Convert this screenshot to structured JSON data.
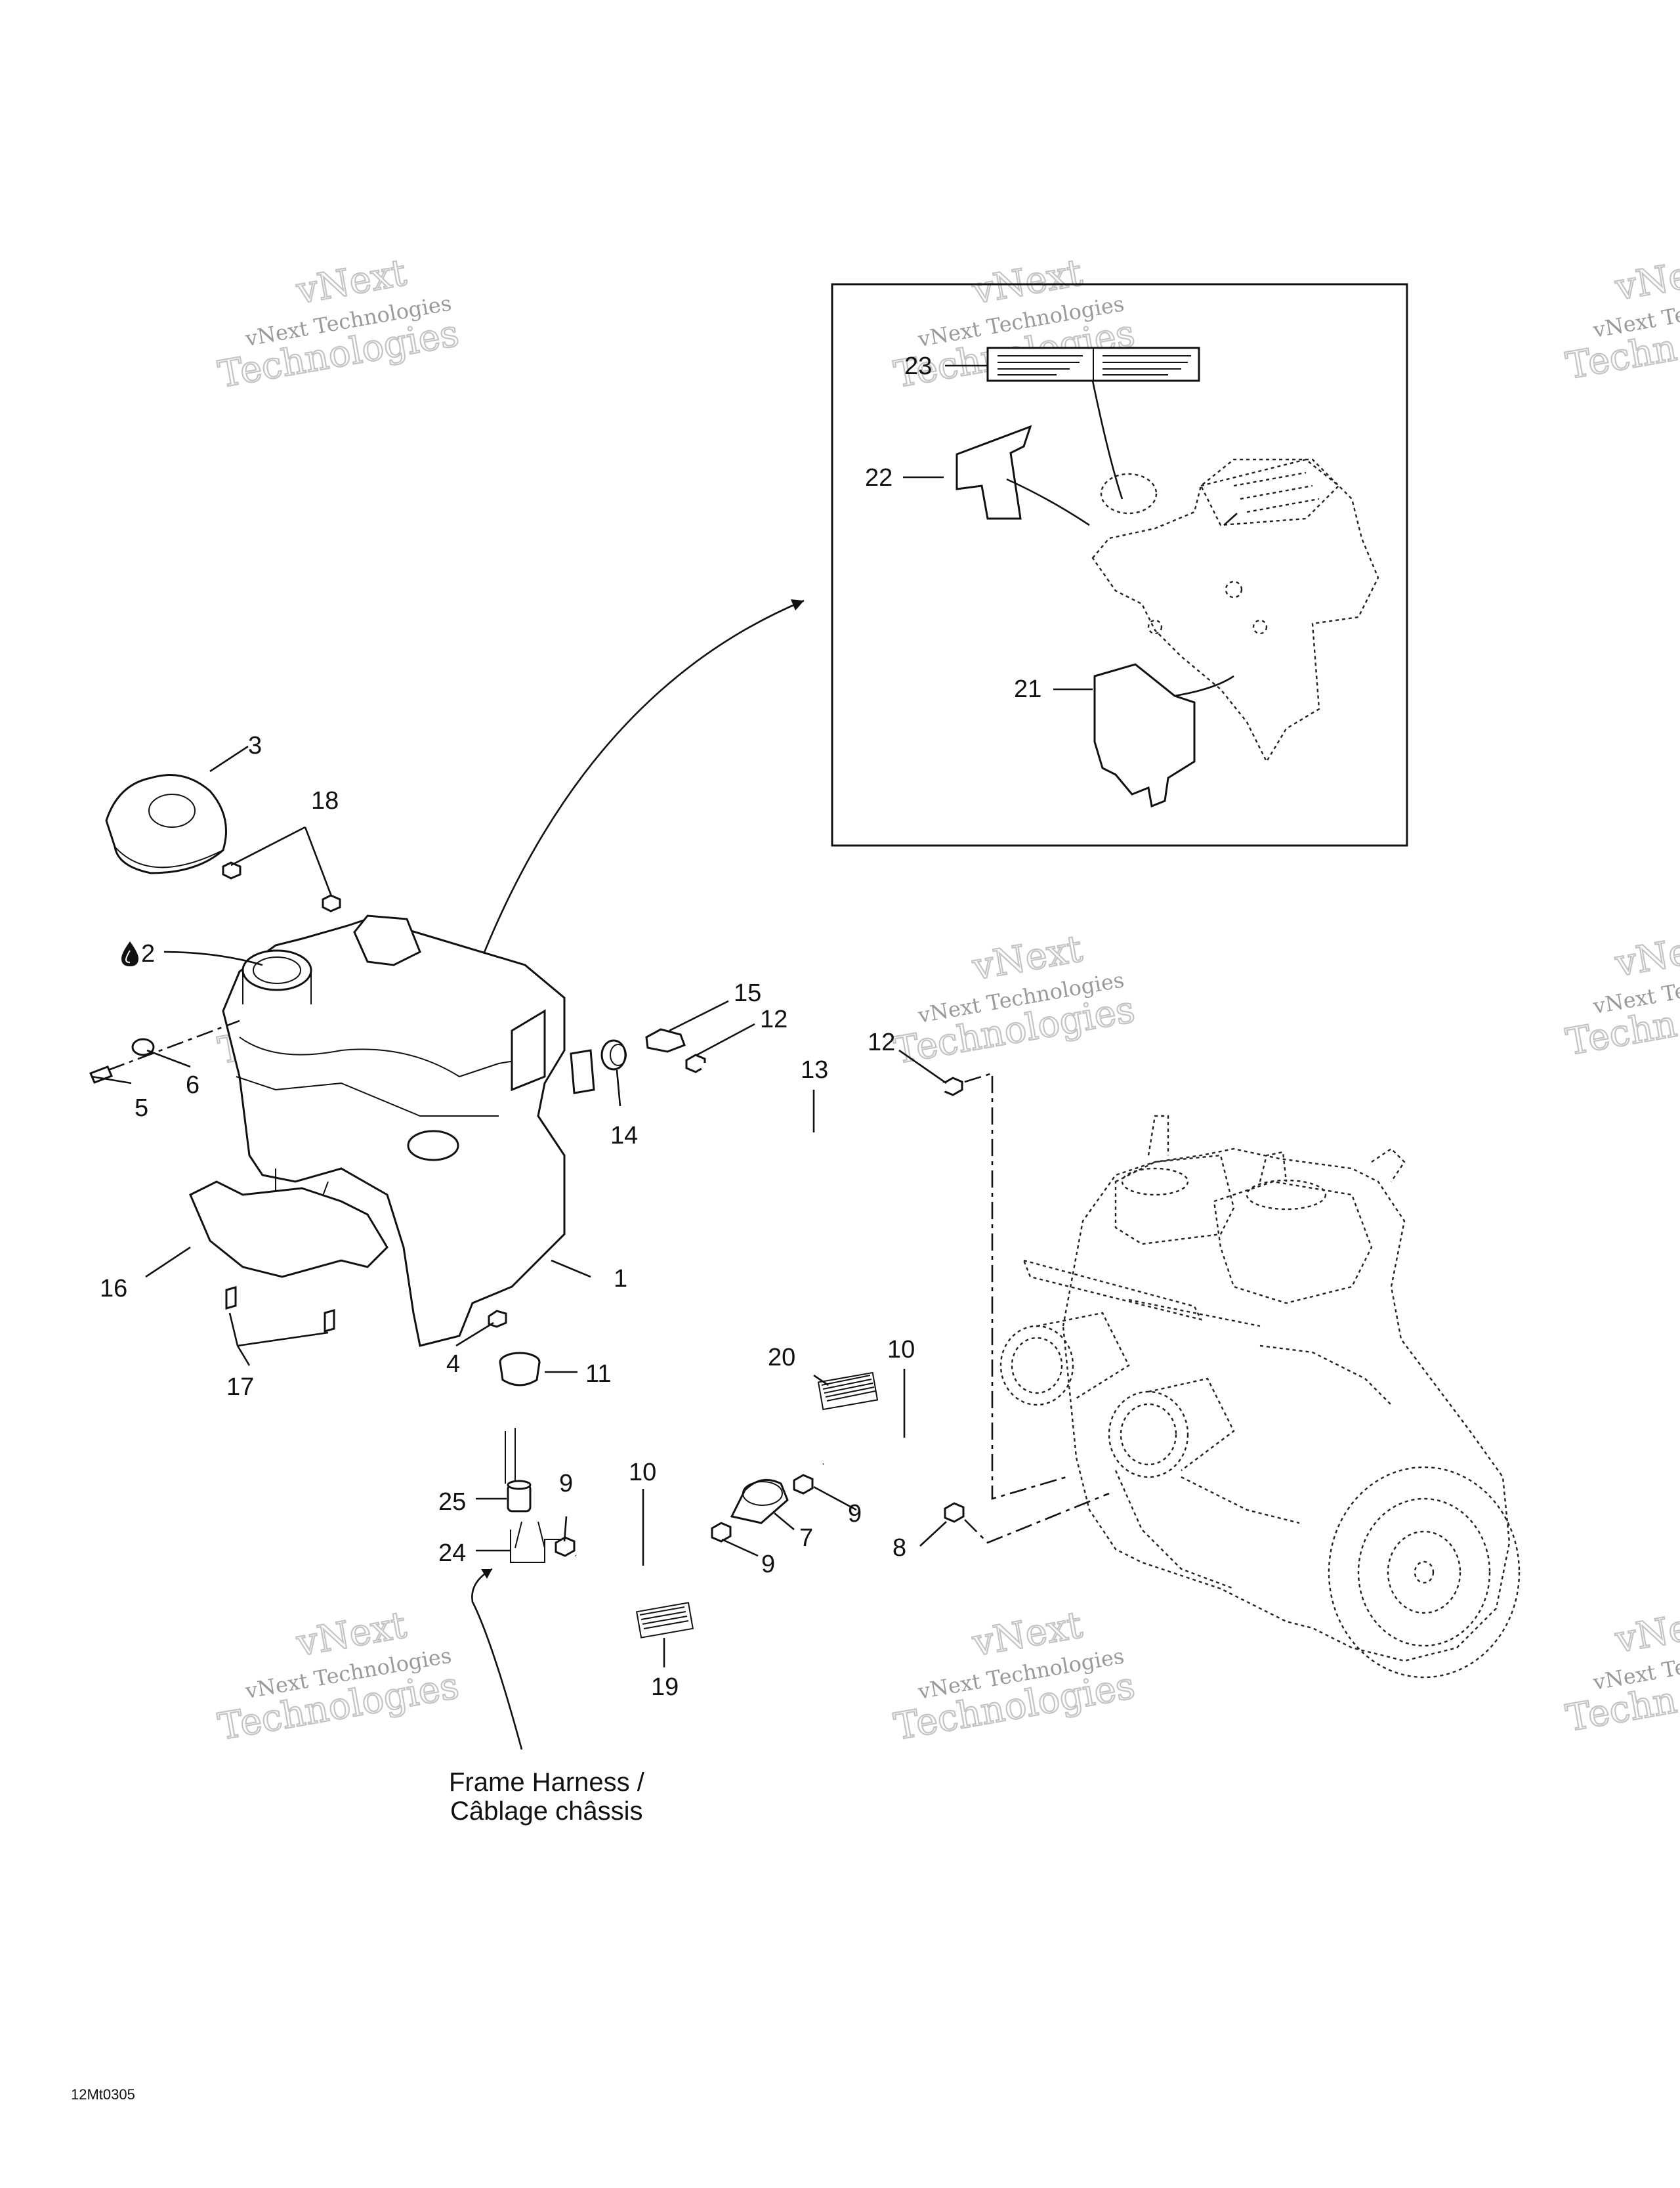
{
  "diagram_code": "12Mt0305",
  "callouts": {
    "c1": "1",
    "c2": "2",
    "c3": "3",
    "c4": "4",
    "c5": "5",
    "c6": "6",
    "c7": "7",
    "c8": "8",
    "c9a": "9",
    "c9b": "9",
    "c9c": "9",
    "c10a": "10",
    "c10b": "10",
    "c11": "11",
    "c12a": "12",
    "c12b": "12",
    "c13": "13",
    "c14": "14",
    "c15": "15",
    "c16": "16",
    "c17": "17",
    "c18": "18",
    "c19": "19",
    "c20": "20",
    "c21": "21",
    "c22": "22",
    "c23": "23",
    "c24": "24",
    "c25": "25"
  },
  "caption": {
    "line1": "Frame Harness /",
    "line2": "Câblage châssis"
  },
  "watermark": {
    "name": "vNext Technologies",
    "short": "vNext",
    "big": "Technologies",
    "partial_a": "vNext Te",
    "partial_b": "vNe",
    "partial_c": "Techn"
  },
  "symbols": {
    "oil_drop": "oil-drop-icon"
  }
}
